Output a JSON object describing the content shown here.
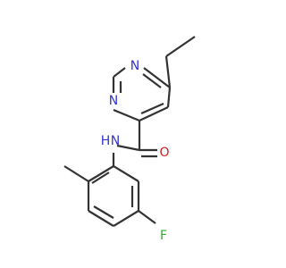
{
  "molecule": {
    "atoms": {
      "n1": {
        "label": "N",
        "color": "#3333cc"
      },
      "n2": {
        "label": "N",
        "color": "#3333cc"
      },
      "nh": {
        "label": "N",
        "color": "#3333cc"
      },
      "nh_h": {
        "label": "H",
        "color": "#3333cc"
      },
      "o": {
        "label": "O",
        "color": "#cc2222"
      },
      "f": {
        "label": "F",
        "color": "#33aa33"
      }
    },
    "bond_color": "#333333"
  }
}
